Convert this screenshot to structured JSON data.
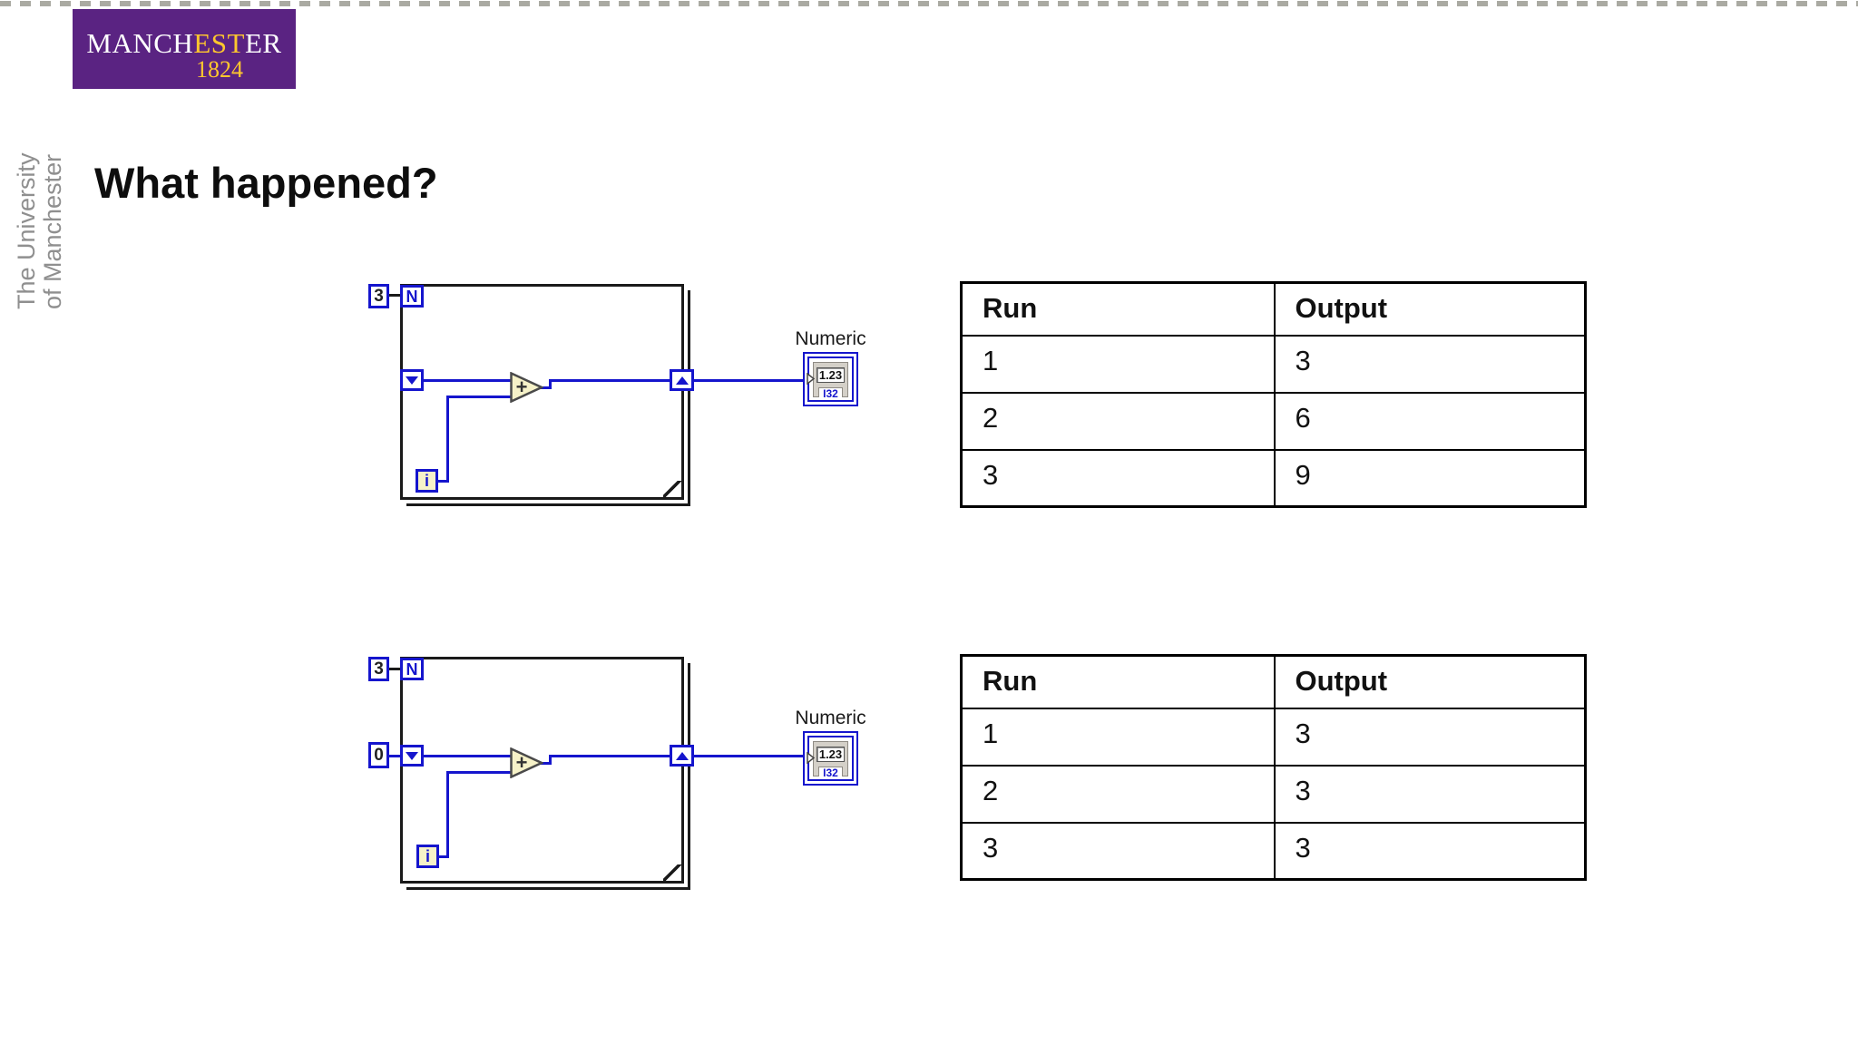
{
  "logo": {
    "word_parts": [
      "MANCH",
      "EST",
      "ER"
    ],
    "year": "1824"
  },
  "side_text": {
    "line1": "The University",
    "line2": "of Manchester"
  },
  "title": "What happened?",
  "diagrams": [
    {
      "count_constant": "3",
      "count_terminal_label": "N",
      "iteration_terminal_label": "i",
      "operator": "+",
      "indicator": {
        "label": "Numeric",
        "value": "1.23",
        "type": "I32"
      }
    },
    {
      "count_constant": "3",
      "init_constant": "0",
      "count_terminal_label": "N",
      "iteration_terminal_label": "i",
      "operator": "+",
      "indicator": {
        "label": "Numeric",
        "value": "1.23",
        "type": "I32"
      }
    }
  ],
  "tables": [
    {
      "headers": [
        "Run",
        "Output"
      ],
      "rows": [
        [
          "1",
          "3"
        ],
        [
          "2",
          "6"
        ],
        [
          "3",
          "9"
        ]
      ]
    },
    {
      "headers": [
        "Run",
        "Output"
      ],
      "rows": [
        [
          "1",
          "3"
        ],
        [
          "2",
          "3"
        ],
        [
          "3",
          "3"
        ]
      ]
    }
  ],
  "colors": {
    "labview_blue": "#1515cd",
    "logo_purple": "#5a2382",
    "logo_gold": "#ffc72e",
    "node_fill": "#f6f2c8",
    "side_text_gray": "#8f8f8f"
  }
}
